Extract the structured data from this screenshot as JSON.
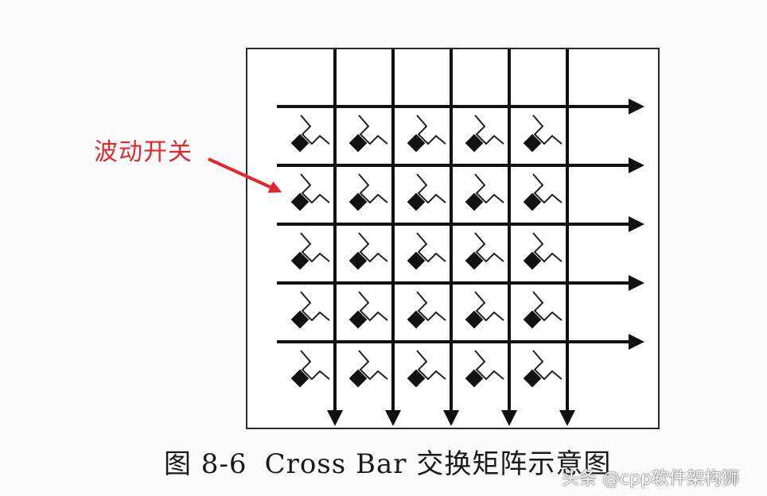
{
  "annotation": {
    "text": "波动开关",
    "color": "#e0282e"
  },
  "caption": {
    "number": "图 8-6",
    "title": "Cross Bar 交换矩阵示意图"
  },
  "watermark": {
    "text": "头条 @cpp软件架构狮"
  },
  "matrix": {
    "horizontal_lines": 5,
    "vertical_lines": 5,
    "switch_rows": 5,
    "switch_cols": 5,
    "line_color": "#111111"
  }
}
